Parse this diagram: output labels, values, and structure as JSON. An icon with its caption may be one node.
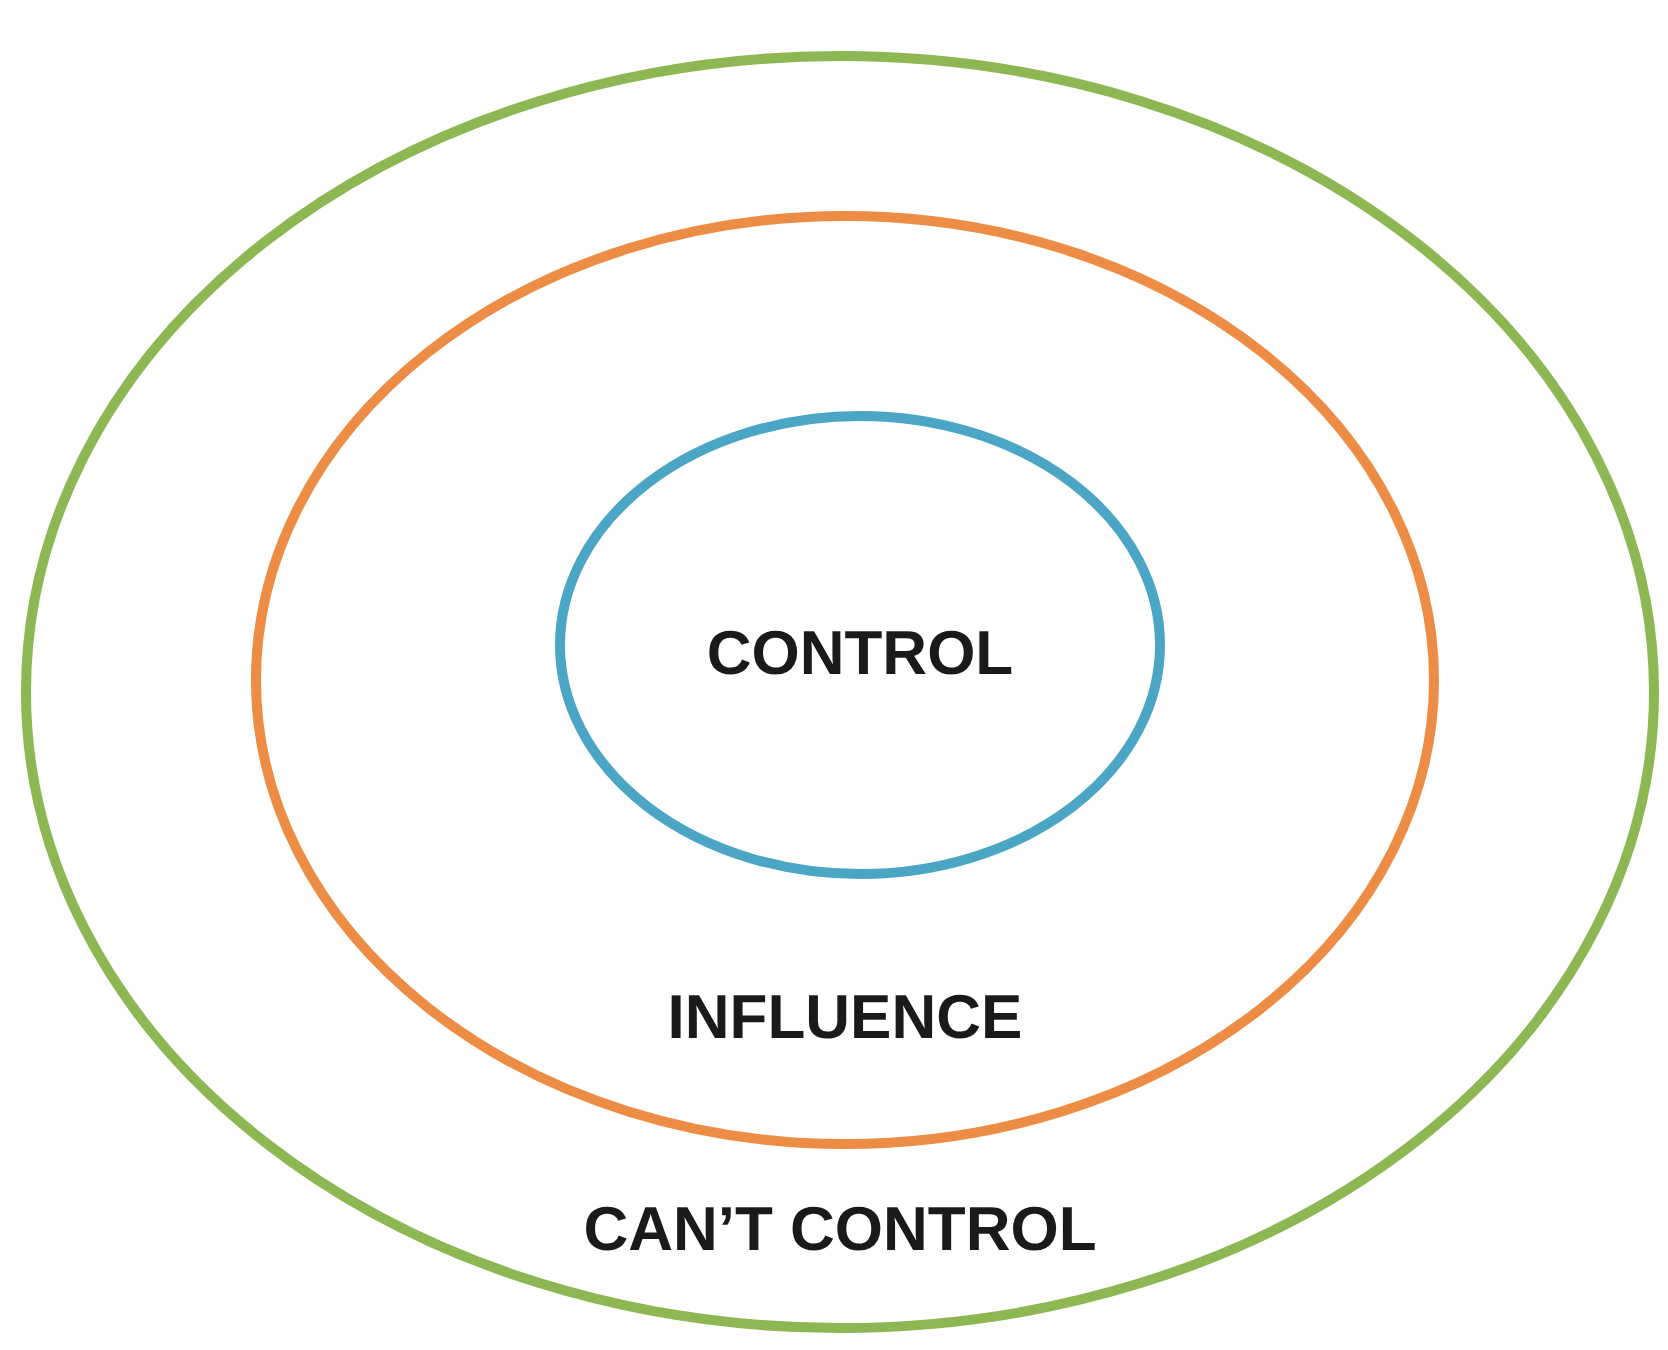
{
  "diagram": {
    "nodes": [
      {
        "text": [
          "CAN’T CONTROL"
        ]
      },
      {
        "text": [
          "INFLUENCE"
        ],
        "in": 0
      },
      {
        "text": [
          "CONTROL"
        ],
        "in": 1
      }
    ]
  }
}
